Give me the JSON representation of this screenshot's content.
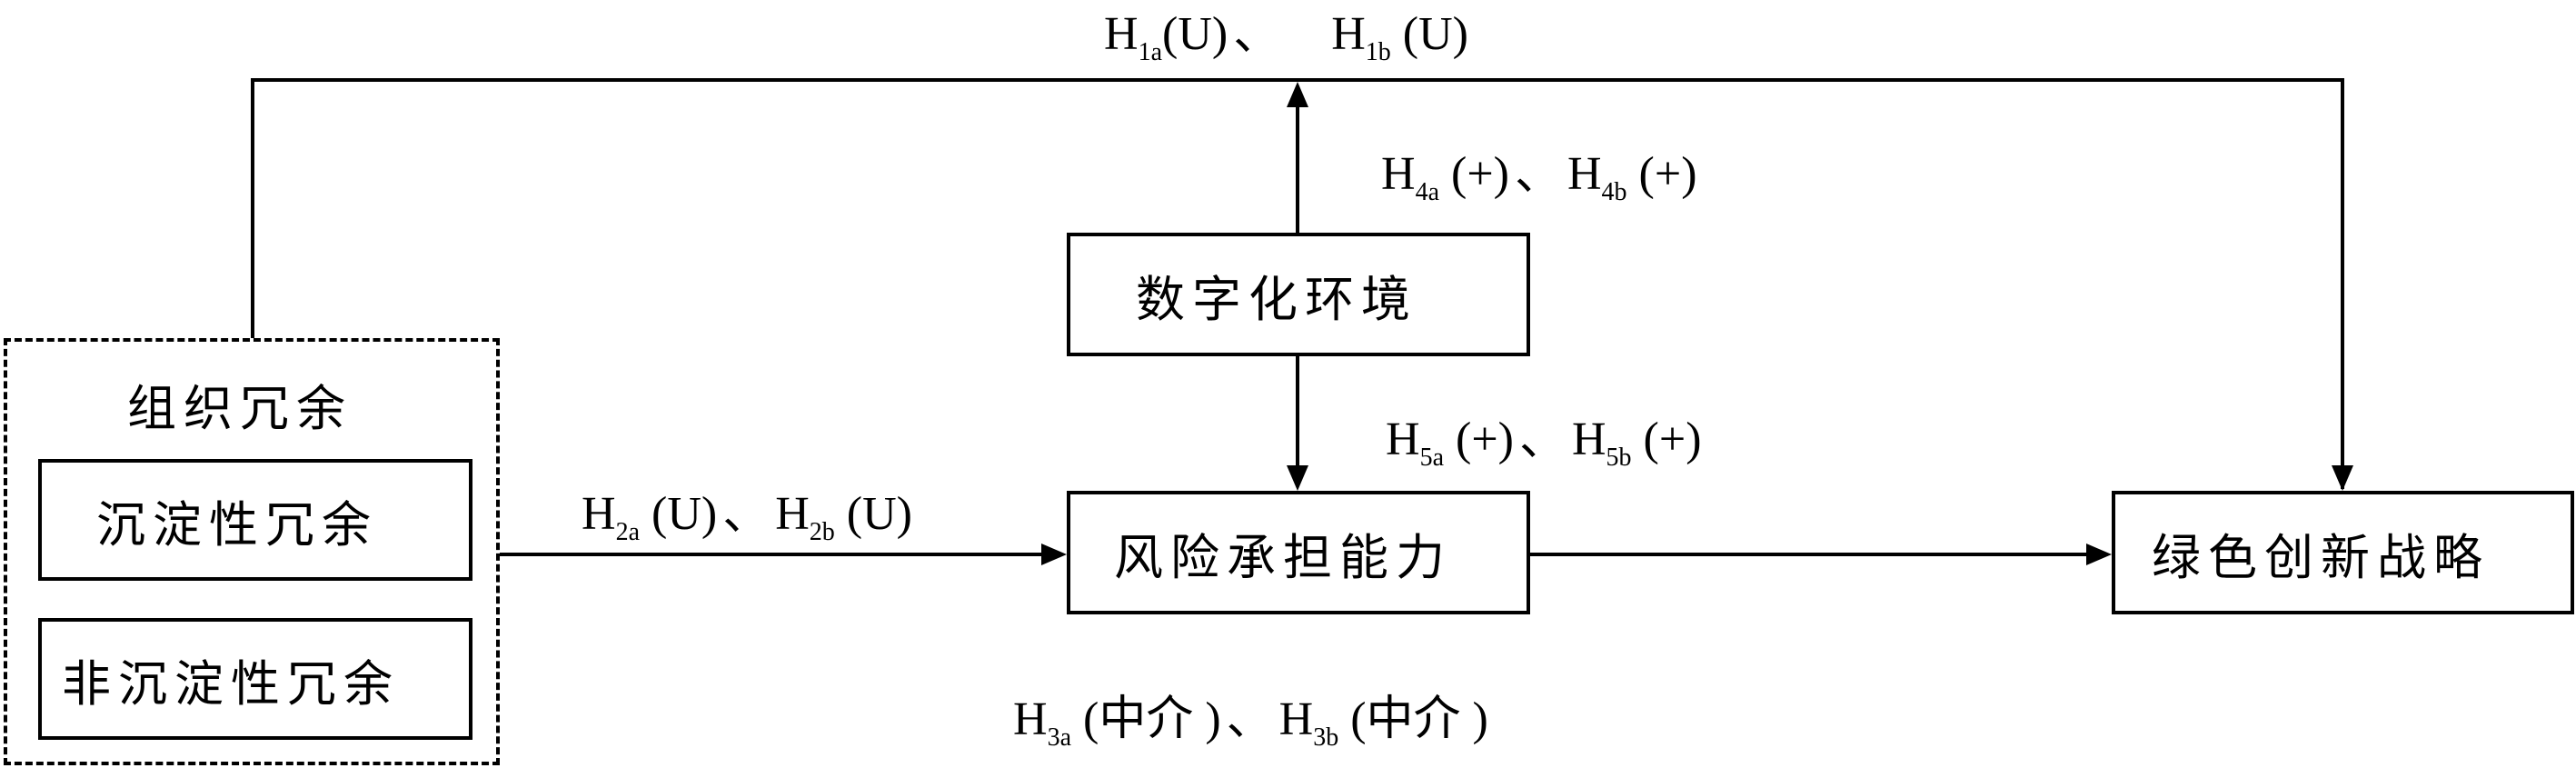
{
  "nodes": {
    "org_redundancy": "组织冗余",
    "absorbed": "沉淀性冗余",
    "unabsorbed": "非沉淀性冗余",
    "digital": "数字化环境",
    "risk": "风险承担能力",
    "green": "绿色创新战略"
  },
  "hypotheses": {
    "h1": {
      "a_base": "H",
      "a_sub": "1a",
      "a_tag": "(U)",
      "sep": "、",
      "b_base": "H",
      "b_sub": "1b",
      "b_tag": "(U)"
    },
    "h2": {
      "a_base": "H",
      "a_sub": "2a",
      "a_tag": "(U)",
      "sep": "、",
      "b_base": "H",
      "b_sub": "2b",
      "b_tag": "(U)"
    },
    "h3": {
      "a_base": "H",
      "a_sub": "3a",
      "a_tag": "(中介 )",
      "sep": "、",
      "b_base": "H",
      "b_sub": "3b",
      "b_tag": "(中介 )"
    },
    "h4": {
      "a_base": "H",
      "a_sub": "4a",
      "a_tag": "(+)",
      "sep": "、",
      "b_base": "H",
      "b_sub": "4b",
      "b_tag": "(+)"
    },
    "h5": {
      "a_base": "H",
      "a_sub": "5a",
      "a_tag": "(+)",
      "sep": "、",
      "b_base": "H",
      "b_sub": "5b",
      "b_tag": "(+)"
    }
  }
}
